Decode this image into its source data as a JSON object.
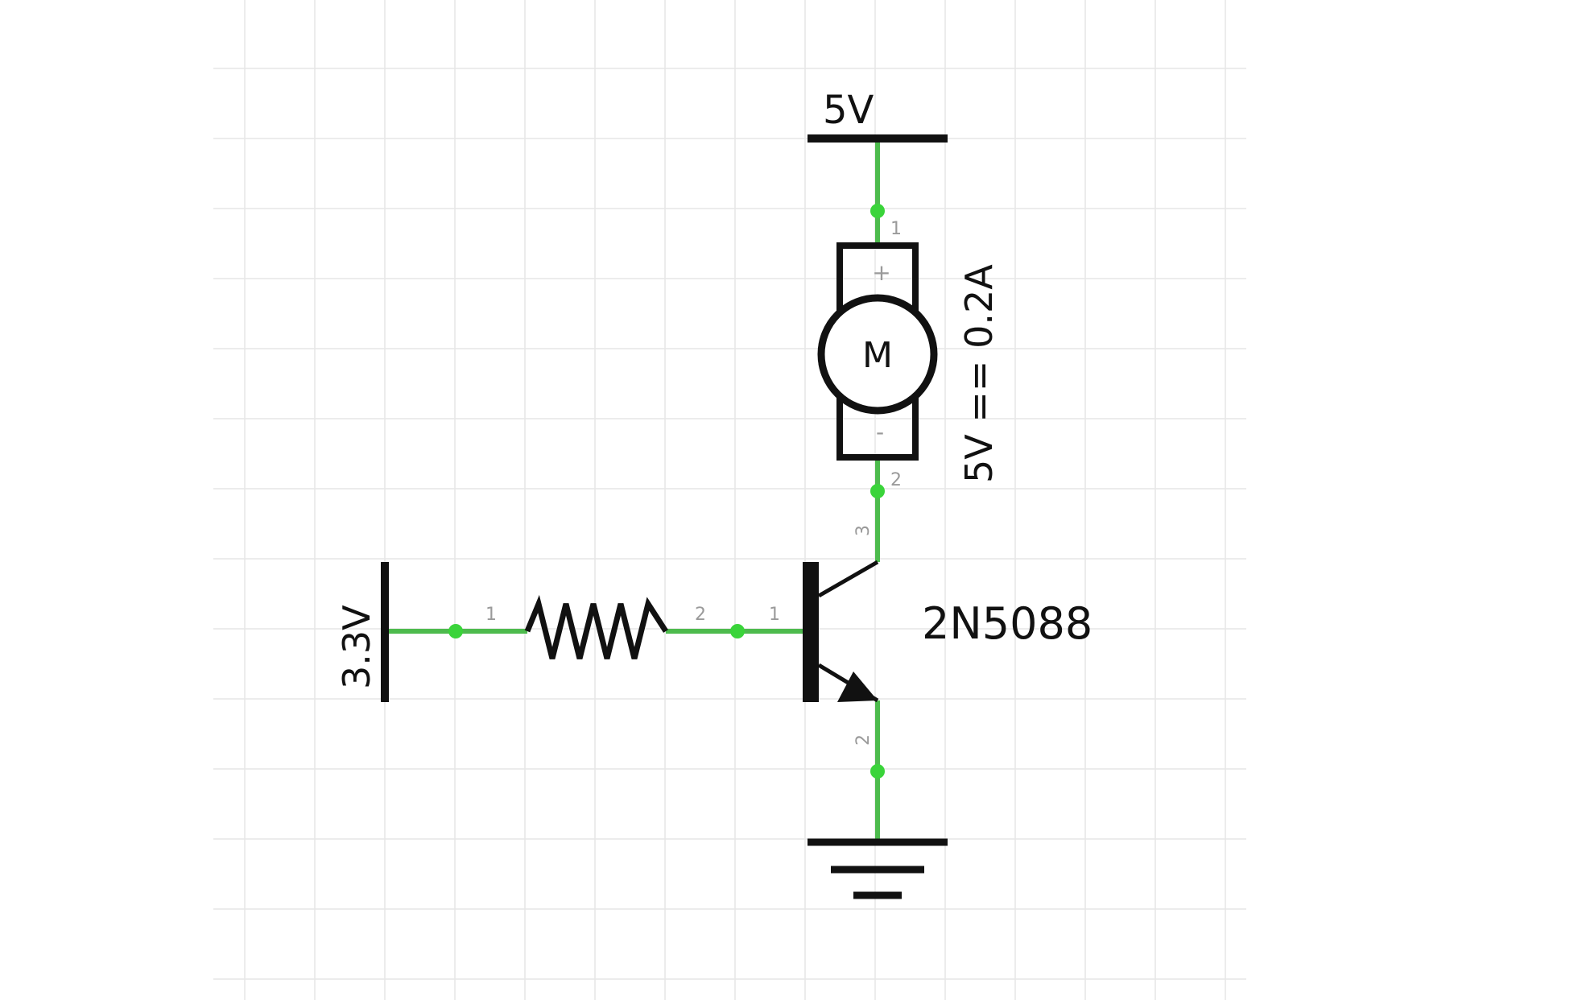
{
  "supplies": {
    "vcc_label": "5V",
    "input_label": "3.3V"
  },
  "motor": {
    "symbol": "M",
    "plus": "+",
    "minus": "-",
    "pin1": "1",
    "pin2": "2",
    "rating": "5V == 0.2A"
  },
  "resistor": {
    "pin1": "1",
    "pin2": "2"
  },
  "transistor": {
    "part": "2N5088",
    "base_pin": "1",
    "emitter_pin": "2",
    "collector_pin": "3"
  },
  "ground": {
    "icon": "ground-icon"
  },
  "colors": {
    "wire": "#4dbb4d",
    "node": "#3ad43a",
    "symbol": "#111111",
    "grid": "#e6e6e6",
    "pin_label": "#9a9a9a"
  }
}
